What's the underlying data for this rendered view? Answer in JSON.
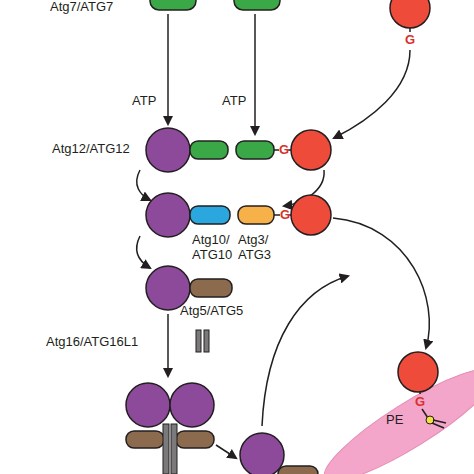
{
  "diagram": {
    "labels": [
      "Atg7/ATG7",
      "ATP",
      "ATP",
      "G",
      "Atg12/ATG12",
      "G",
      "Atg10/ ATG10",
      "G",
      "Atg3/ ATG3",
      "Atg5/ATG5",
      "Atg16/ATG16L1",
      "G",
      "PE"
    ]
  }
}
